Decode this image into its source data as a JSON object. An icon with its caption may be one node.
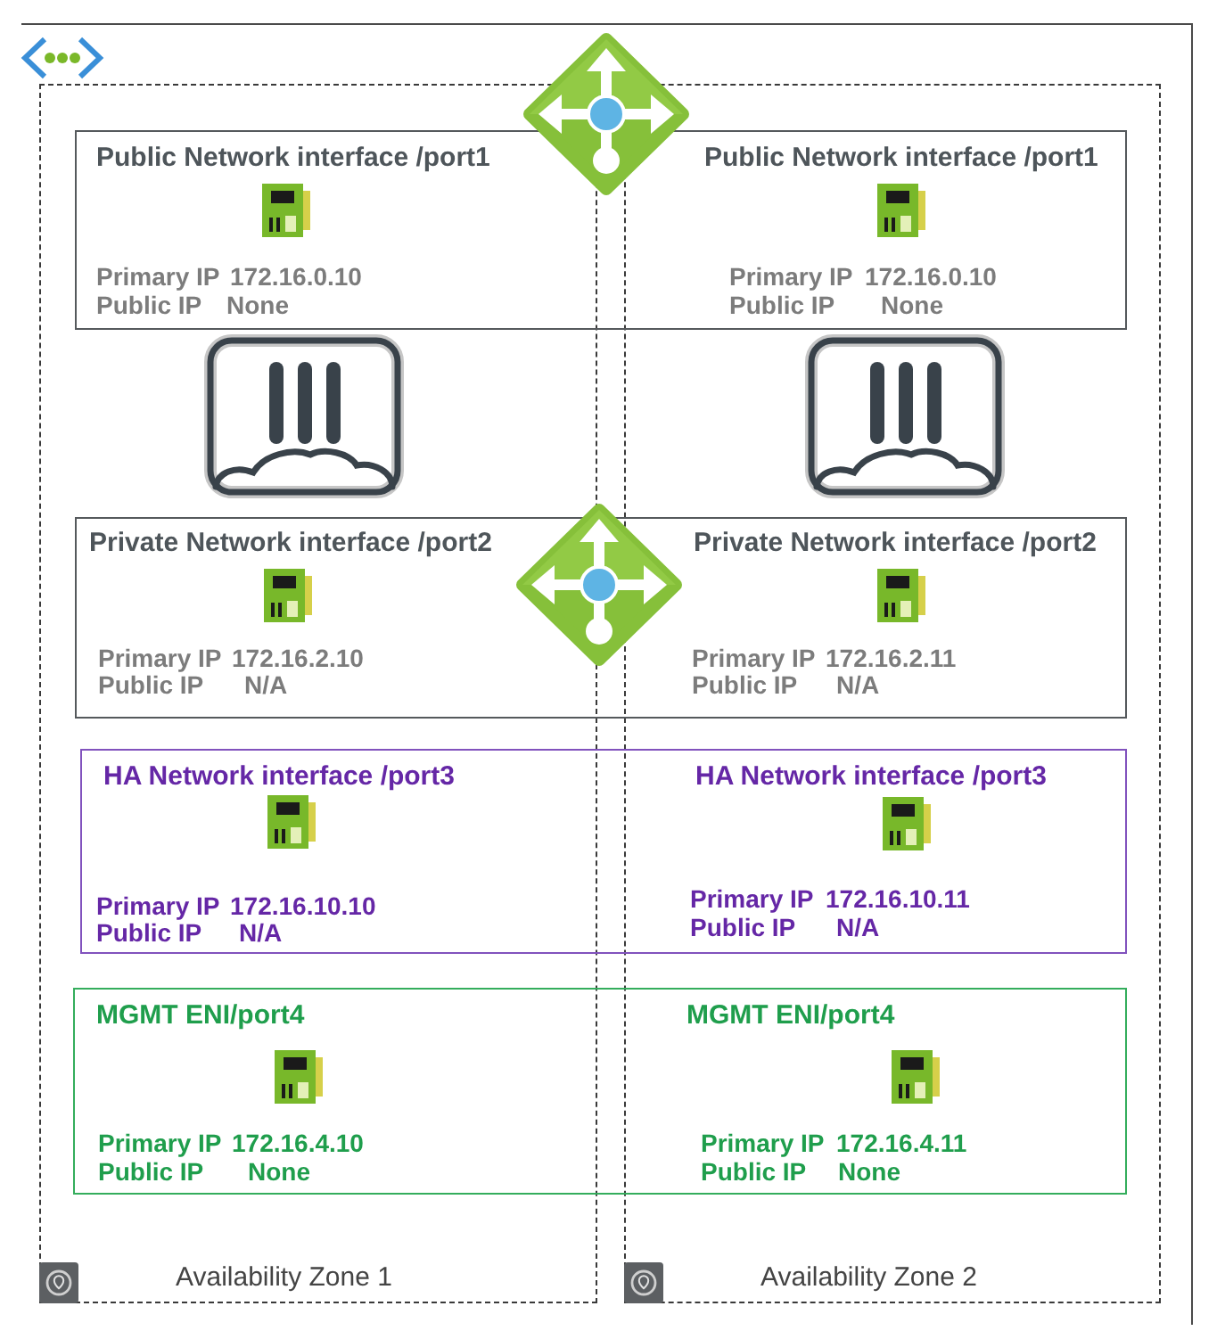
{
  "diagram": {
    "nodes": [
      {
        "text": [],
        "shape": "box"
      },
      {
        "text": [
          "Public Network interface /port1",
          "Primary IP",
          "172.16.0.10",
          "Public IP",
          "None",
          "Public Network interface /port1",
          "Primary IP",
          "172.16.0.10",
          "Public IP",
          "None"
        ],
        "in": 0
      },
      {
        "text": [
          "Private Network interface /port2",
          "Primary IP",
          "172.16.2.10",
          "Public IP",
          "N/A",
          "Private Network interface /port2",
          "Primary IP",
          "172.16.2.11",
          "Public IP",
          "N/A"
        ],
        "in": 0
      },
      {
        "text": [
          "HA Network interface /port3",
          "Primary IP",
          "172.16.10.10",
          "Public IP",
          "N/A",
          "HA Network interface /port3",
          "Primary IP",
          "172.16.10.11",
          "Public IP",
          "N/A"
        ],
        "in": 0
      },
      {
        "text": [
          "MGMT ENI/port4",
          "Primary IP",
          "172.16.4.10",
          "Public IP",
          "None",
          "MGMT ENI/port4",
          "Primary IP",
          "172.16.4.11",
          "Public IP",
          "None"
        ],
        "in": 0
      },
      {
        "text": [
          "Availability Zone 1"
        ],
        "in": 0
      },
      {
        "text": [
          "Availability Zone 2"
        ],
        "in": 0
      }
    ]
  }
}
